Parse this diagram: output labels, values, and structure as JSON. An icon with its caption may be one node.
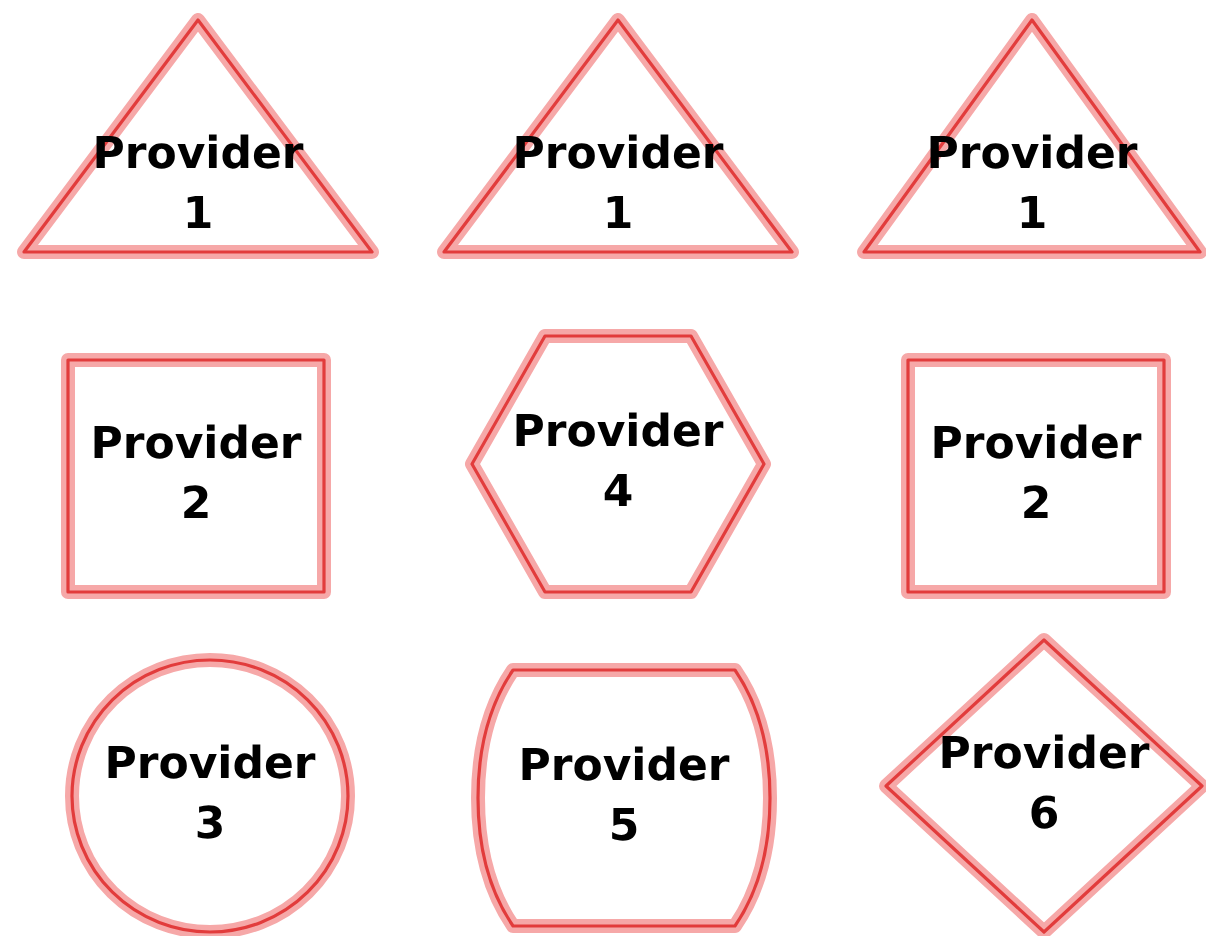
{
  "diagram": {
    "nodes": [
      {
        "text": [
          "Provider 1"
        ]
      },
      {
        "text": [
          "Provider 1"
        ]
      },
      {
        "text": [
          "Provider 1"
        ]
      },
      {
        "text": [
          "Provider 2"
        ]
      },
      {
        "text": [
          "Provider 4"
        ]
      },
      {
        "text": [
          "Provider 2"
        ]
      },
      {
        "text": [
          "Provider 3"
        ]
      },
      {
        "text": [
          "Provider 5"
        ]
      },
      {
        "text": [
          "Provider 6"
        ]
      }
    ]
  }
}
